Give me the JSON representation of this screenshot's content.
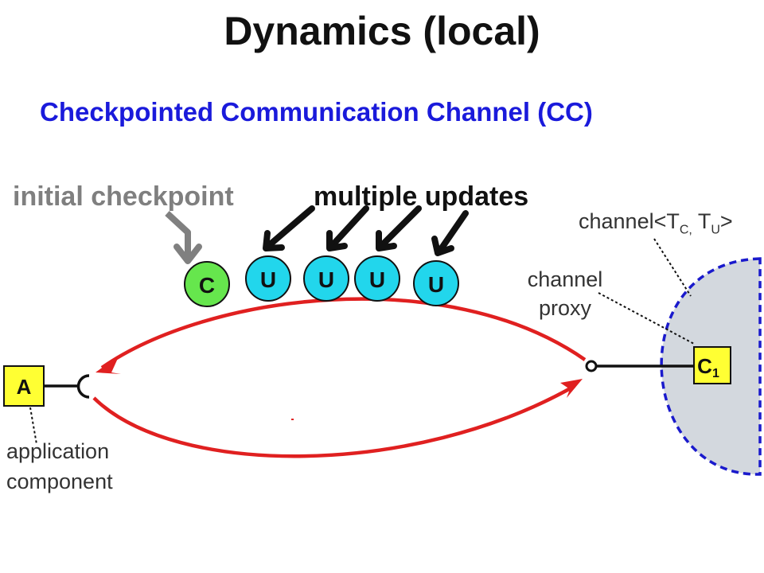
{
  "title": "Dynamics (local)",
  "subtitle": "Checkpointed Communication Channel (CC)",
  "labels": {
    "initial_checkpoint": "initial checkpoint",
    "multiple_updates": "multiple updates",
    "channel_prefix": "channel<T",
    "channel_sub_c": "C,",
    "channel_mid": " T",
    "channel_sub_u": "U",
    "channel_suffix": ">",
    "channel_proxy_line1": "channel",
    "channel_proxy_line2": "proxy",
    "application_line1": "application",
    "application_line2": "component"
  },
  "nodes": {
    "checkpoint": "C",
    "updates": [
      "U",
      "U",
      "U",
      "U"
    ],
    "app": "A",
    "proxy_letter": "C",
    "proxy_sub": "1"
  },
  "colors": {
    "title": "#111111",
    "subtitle": "#1a1adb",
    "checkpoint_fill": "#66e64d",
    "update_fill": "#22d6ec",
    "box_fill": "#ffff33",
    "flow": "#e02020",
    "channel_border": "#1a1acc",
    "channel_fill": "#d3d8de",
    "gray_arrow": "#808080"
  }
}
